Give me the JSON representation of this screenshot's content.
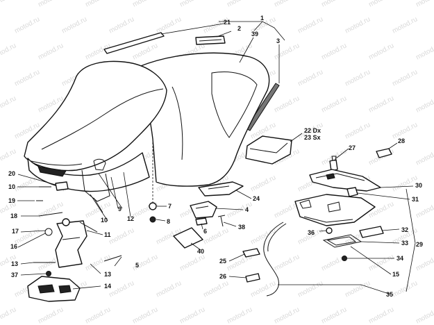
{
  "watermark": "motod.ru",
  "callouts": [
    {
      "id": "c1",
      "text": "1"
    },
    {
      "id": "c2",
      "text": "2"
    },
    {
      "id": "c3",
      "text": "3"
    },
    {
      "id": "c4",
      "text": "4"
    },
    {
      "id": "c5",
      "text": "5"
    },
    {
      "id": "c6",
      "text": "6"
    },
    {
      "id": "c7",
      "text": "7"
    },
    {
      "id": "c8",
      "text": "8"
    },
    {
      "id": "c9",
      "text": "9"
    },
    {
      "id": "c10a",
      "text": "10"
    },
    {
      "id": "c10b",
      "text": "10"
    },
    {
      "id": "c11",
      "text": "11"
    },
    {
      "id": "c12",
      "text": "12"
    },
    {
      "id": "c13a",
      "text": "13"
    },
    {
      "id": "c13b",
      "text": "13"
    },
    {
      "id": "c14",
      "text": "14"
    },
    {
      "id": "c15",
      "text": "15"
    },
    {
      "id": "c16",
      "text": "16"
    },
    {
      "id": "c17",
      "text": "17"
    },
    {
      "id": "c18",
      "text": "18"
    },
    {
      "id": "c19",
      "text": "19"
    },
    {
      "id": "c20",
      "text": "20"
    },
    {
      "id": "c21",
      "text": "21"
    },
    {
      "id": "c22",
      "text": "22 Dx"
    },
    {
      "id": "c23",
      "text": "23 Sx"
    },
    {
      "id": "c24",
      "text": "24"
    },
    {
      "id": "c25",
      "text": "25"
    },
    {
      "id": "c26",
      "text": "26"
    },
    {
      "id": "c27",
      "text": "27"
    },
    {
      "id": "c28",
      "text": "28"
    },
    {
      "id": "c29",
      "text": "29"
    },
    {
      "id": "c30",
      "text": "30"
    },
    {
      "id": "c31",
      "text": "31"
    },
    {
      "id": "c32",
      "text": "32"
    },
    {
      "id": "c33",
      "text": "33"
    },
    {
      "id": "c34",
      "text": "34"
    },
    {
      "id": "c35",
      "text": "35"
    },
    {
      "id": "c36",
      "text": "36"
    },
    {
      "id": "c37",
      "text": "37"
    },
    {
      "id": "c38",
      "text": "38"
    },
    {
      "id": "c39",
      "text": "39"
    },
    {
      "id": "c40",
      "text": "40"
    }
  ]
}
